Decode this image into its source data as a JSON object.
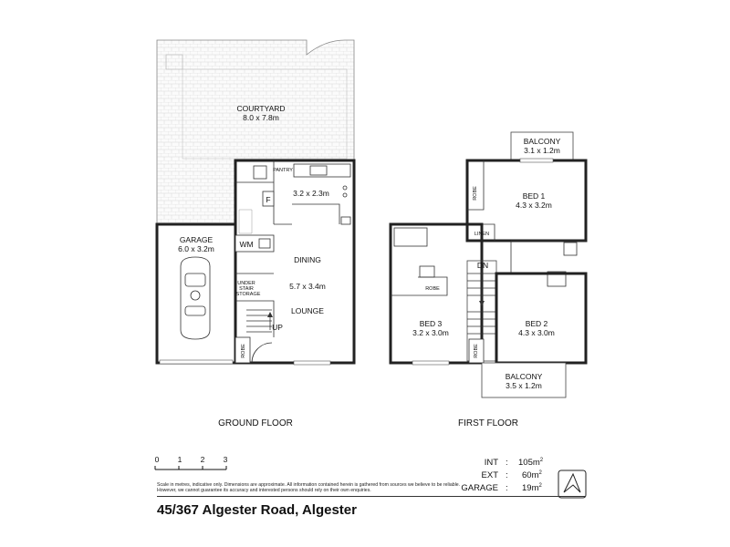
{
  "ground_floor": {
    "title": "GROUND FLOOR",
    "courtyard": {
      "name": "COURTYARD",
      "size": "8.0 x 7.8m"
    },
    "garage": {
      "name": "GARAGE",
      "size": "6.0 x 3.2m"
    },
    "pantry": "PANTRY",
    "kitchen_size": "3.2 x 2.3m",
    "fridge": "F",
    "wm": "WM",
    "dining": "DINING",
    "dining_lounge_size": "5.7 x 3.4m",
    "lounge": "LOUNGE",
    "under_stair_line1": "UNDER",
    "under_stair_line2": "STAIR",
    "under_stair_line3": "STORAGE",
    "up": "UP",
    "robe": "ROBE"
  },
  "first_floor": {
    "title": "FIRST FLOOR",
    "balcony_top": {
      "name": "BALCONY",
      "size": "3.1 x 1.2m"
    },
    "bed1": {
      "name": "BED 1",
      "size": "4.3 x 3.2m"
    },
    "robe_bed1": "ROBE",
    "linen": "LINEN",
    "dn": "DN",
    "robe_bath": "ROBE",
    "bed3": {
      "name": "BED 3",
      "size": "3.2 x 3.0m"
    },
    "bed2": {
      "name": "BED 2",
      "size": "4.3 x 3.0m"
    },
    "robe_bed2": "ROBE",
    "balcony_bottom": {
      "name": "BALCONY",
      "size": "3.5 x 1.2m"
    }
  },
  "scale_bar": {
    "ticks": [
      "0",
      "1",
      "2",
      "3"
    ]
  },
  "disclaimer": "Scale in metres, indicative only. Dimensions are approximate. All information contained herein is gathered from sources we believe to be reliable. However, we cannot guarantee its accuracy and interested persons should rely on their own enquiries.",
  "address": "45/367 Algester Road, Algester",
  "areas": {
    "int_label": "INT",
    "int_value": "105m",
    "ext_label": "EXT",
    "ext_value": "60m",
    "garage_label": "GARAGE",
    "garage_value": "19m",
    "sep": ":",
    "unit_sup": "2"
  },
  "icons": {
    "compass": "north-arrow-icon"
  }
}
